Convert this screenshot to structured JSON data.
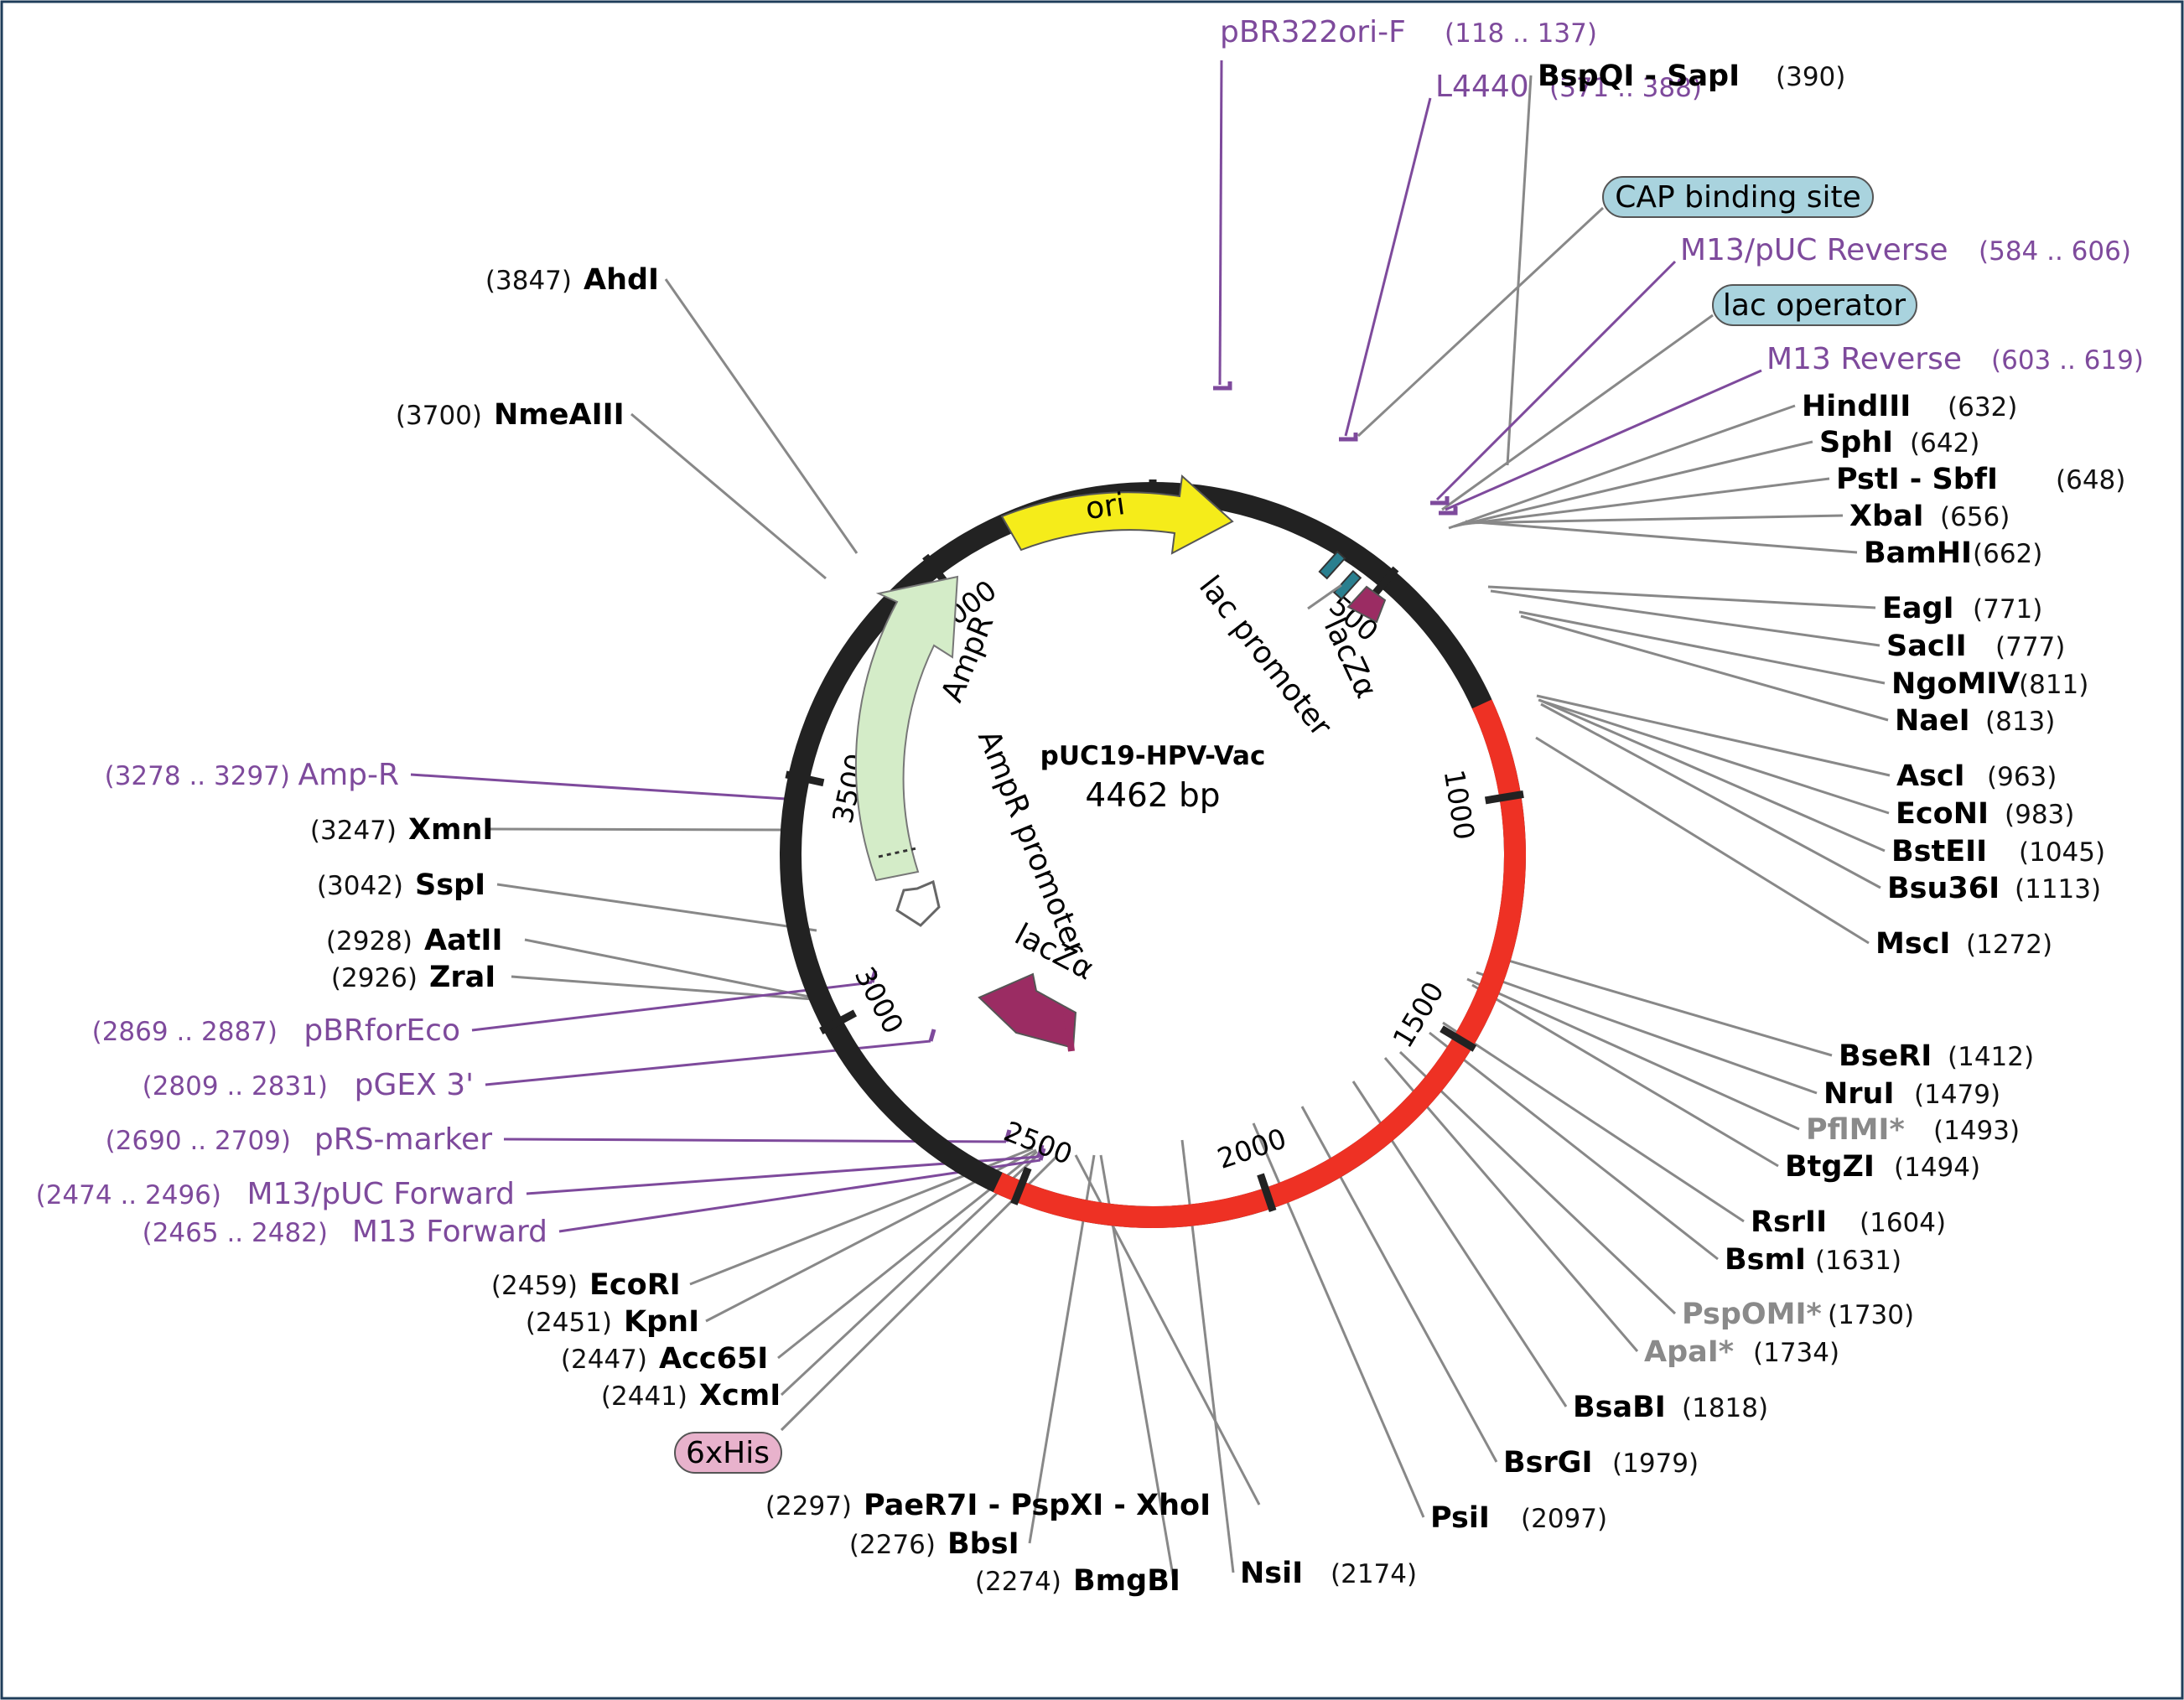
{
  "plasmid": {
    "name": "pUC19-HPV-Vac",
    "size_label": "4462 bp",
    "length": 4462
  },
  "colors": {
    "backbone": "#222222",
    "insert": "#ee3124",
    "primer": "#7e4a9c",
    "ori": "#f5ec1a",
    "ampr": "#d4ecc8",
    "lacz": "#9b2c63",
    "pill_blue": "#a9d3de",
    "pill_pink": "#e8b2cc",
    "leader": "#888888"
  },
  "insert_range": [
    810,
    2545
  ],
  "ticks": [
    {
      "pos": 0,
      "label": ""
    },
    {
      "pos": 500,
      "label": "500"
    },
    {
      "pos": 1000,
      "label": "1000"
    },
    {
      "pos": 1500,
      "label": "1500"
    },
    {
      "pos": 2000,
      "label": "2000"
    },
    {
      "pos": 2500,
      "label": "2500"
    },
    {
      "pos": 3000,
      "label": "3000"
    },
    {
      "pos": 3500,
      "label": "3500"
    },
    {
      "pos": 4000,
      "label": "4000"
    }
  ],
  "features": {
    "ori": {
      "label": "ori"
    },
    "ampr": {
      "label": "AmpR"
    },
    "ampr_promoter": {
      "label": "AmpR promoter"
    },
    "lac_promoter": {
      "label": "lac promoter"
    },
    "lacz_top": {
      "label": "lacZα"
    },
    "lacz_bottom": {
      "label": "lacZα"
    }
  },
  "pills": {
    "cap": "CAP binding site",
    "lacop": "lac operator",
    "his": "6xHis"
  },
  "primers": [
    {
      "name": "pBR322ori-F",
      "range": "(118 .. 137)"
    },
    {
      "name": "L4440",
      "range": "(371 .. 388)"
    },
    {
      "name": "M13/pUC Reverse",
      "range": "(584 .. 606)"
    },
    {
      "name": "M13 Reverse",
      "range": "(603 .. 619)"
    },
    {
      "name": "Amp-R",
      "range": "(3278 .. 3297)"
    },
    {
      "name": "pBRforEco",
      "range": "(2869 .. 2887)"
    },
    {
      "name": "pGEX 3'",
      "range": "(2809 .. 2831)"
    },
    {
      "name": "pRS-marker",
      "range": "(2690 .. 2709)"
    },
    {
      "name": "M13/pUC Forward",
      "range": "(2474 .. 2496)"
    },
    {
      "name": "M13 Forward",
      "range": "(2465 .. 2482)"
    }
  ],
  "sites_right": [
    {
      "name": "BspQI - SapI",
      "pos": "(390)"
    },
    {
      "name": "HindIII",
      "pos": "(632)"
    },
    {
      "name": "SphI",
      "pos": "(642)"
    },
    {
      "name": "PstI - SbfI",
      "pos": "(648)"
    },
    {
      "name": "XbaI",
      "pos": "(656)"
    },
    {
      "name": "BamHI",
      "pos": "(662)"
    },
    {
      "name": "EagI",
      "pos": "(771)"
    },
    {
      "name": "SacII",
      "pos": "(777)"
    },
    {
      "name": "NgoMIV",
      "pos": "(811)"
    },
    {
      "name": "NaeI",
      "pos": "(813)"
    },
    {
      "name": "AscI",
      "pos": "(963)"
    },
    {
      "name": "EcoNI",
      "pos": "(983)"
    },
    {
      "name": "BstEII",
      "pos": "(1045)"
    },
    {
      "name": "Bsu36I",
      "pos": "(1113)"
    },
    {
      "name": "MscI",
      "pos": "(1272)"
    },
    {
      "name": "BseRI",
      "pos": "(1412)"
    },
    {
      "name": "NruI",
      "pos": "(1479)"
    },
    {
      "name": "PflMI*",
      "pos": "(1493)"
    },
    {
      "name": "BtgZI",
      "pos": "(1494)"
    },
    {
      "name": "RsrII",
      "pos": "(1604)"
    },
    {
      "name": "BsmI",
      "pos": "(1631)"
    },
    {
      "name": "PspOMI*",
      "pos": "(1730)"
    },
    {
      "name": "ApaI*",
      "pos": "(1734)"
    },
    {
      "name": "BsaBI",
      "pos": "(1818)"
    },
    {
      "name": "BsrGI",
      "pos": "(1979)"
    },
    {
      "name": "PsiI",
      "pos": "(2097)"
    },
    {
      "name": "NsiI",
      "pos": "(2174)"
    }
  ],
  "sites_left": [
    {
      "name": "AhdI",
      "pos": "(3847)"
    },
    {
      "name": "NmeAIII",
      "pos": "(3700)"
    },
    {
      "name": "XmnI",
      "pos": "(3247)"
    },
    {
      "name": "SspI",
      "pos": "(3042)"
    },
    {
      "name": "AatII",
      "pos": "(2928)"
    },
    {
      "name": "ZraI",
      "pos": "(2926)"
    },
    {
      "name": "EcoRI",
      "pos": "(2459)"
    },
    {
      "name": "KpnI",
      "pos": "(2451)"
    },
    {
      "name": "Acc65I",
      "pos": "(2447)"
    },
    {
      "name": "XcmI",
      "pos": "(2441)"
    },
    {
      "name": "PaeR7I - PspXI - XhoI",
      "pos": "(2297)"
    },
    {
      "name": "BbsI",
      "pos": "(2276)"
    },
    {
      "name": "BmgBI",
      "pos": "(2274)"
    }
  ]
}
